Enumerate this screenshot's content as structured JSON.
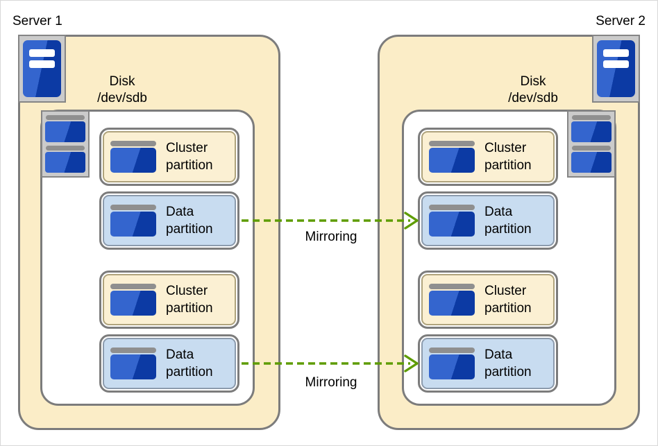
{
  "servers": [
    {
      "label": "Server 1",
      "icon": "server-tower-icon",
      "disk": {
        "label_lines": [
          "Disk",
          "/dev/sdb"
        ],
        "icon": "disk-icon",
        "partitions": [
          {
            "type": "cluster",
            "icon": "partition-icon",
            "label_lines": [
              "Cluster",
              "partition"
            ]
          },
          {
            "type": "data",
            "icon": "partition-icon",
            "label_lines": [
              "Data",
              "partition"
            ]
          },
          {
            "type": "cluster",
            "icon": "partition-icon",
            "label_lines": [
              "Cluster",
              "partition"
            ]
          },
          {
            "type": "data",
            "icon": "partition-icon",
            "label_lines": [
              "Data",
              "partition"
            ]
          }
        ]
      }
    },
    {
      "label": "Server 2",
      "icon": "server-tower-icon",
      "disk": {
        "label_lines": [
          "Disk",
          "/dev/sdb"
        ],
        "icon": "disk-icon",
        "partitions": [
          {
            "type": "cluster",
            "icon": "partition-icon",
            "label_lines": [
              "Cluster",
              "partition"
            ]
          },
          {
            "type": "data",
            "icon": "partition-icon",
            "label_lines": [
              "Data",
              "partition"
            ]
          },
          {
            "type": "cluster",
            "icon": "partition-icon",
            "label_lines": [
              "Cluster",
              "partition"
            ]
          },
          {
            "type": "data",
            "icon": "partition-icon",
            "label_lines": [
              "Data",
              "partition"
            ]
          }
        ]
      }
    }
  ],
  "arrows": [
    {
      "label": "Mirroring",
      "direction": "left-to-right",
      "style": "dashed",
      "connects": "data partition 1 of Server 1 to data partition 1 of Server 2"
    },
    {
      "label": "Mirroring",
      "direction": "left-to-right",
      "style": "dashed",
      "connects": "data partition 2 of Server 1 to data partition 2 of Server 2"
    }
  ],
  "colors": {
    "server_fill": "#FBEDC7",
    "cluster_partition_fill": "#FBF0D3",
    "data_partition_fill": "#C8DCF0",
    "disk_area_fill": "#FFFFFF",
    "border_gray": "#7C7C7C",
    "icon_frame_gray": "#CBCBCB",
    "icon_blue_light": "#3465CE",
    "icon_blue_dark": "#0C3AA4",
    "arrow_green": "#5E9C00"
  }
}
